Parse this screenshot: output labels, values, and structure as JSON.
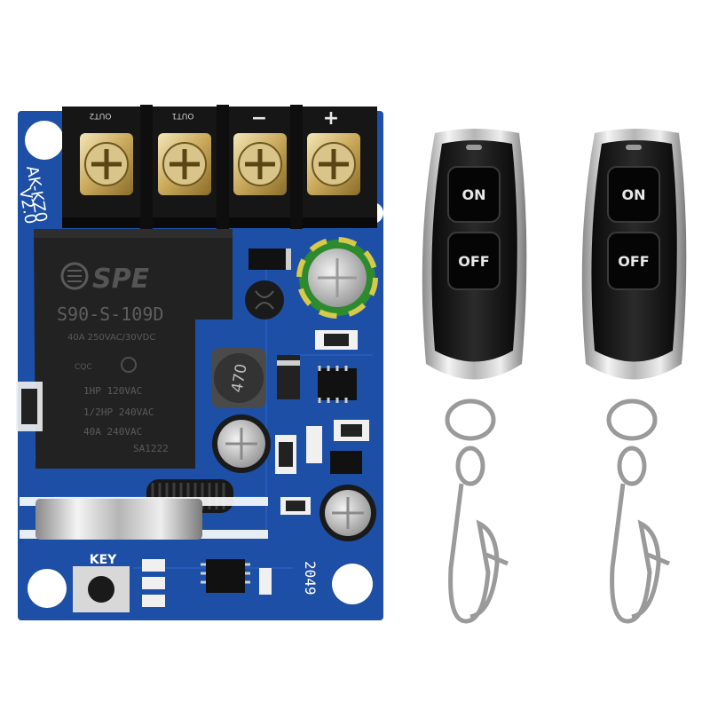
{
  "board": {
    "terminal_labels": [
      "OUT2",
      "OUT1",
      "−",
      "+"
    ],
    "side_text": [
      "AK-KZ0",
      "V2.0"
    ],
    "relay": {
      "brand": "SPE",
      "model": "S90-S-109D",
      "rating": "40A 250VAC/30VDC",
      "cert": "CQC",
      "line1": "1HP 120VAC",
      "line2": "1/2HP 240VAC",
      "line3": "40A 240VAC",
      "code": "SA1222"
    },
    "inductor_text": "470",
    "key_label": "KEY",
    "date_code": "2049",
    "colors": {
      "pcb": "#1d4fa6",
      "relay": "#1f1f1f",
      "terminal": "#161616"
    }
  },
  "remotes": [
    {
      "on_label": "ON",
      "off_label": "OFF"
    },
    {
      "on_label": "ON",
      "off_label": "OFF"
    }
  ]
}
